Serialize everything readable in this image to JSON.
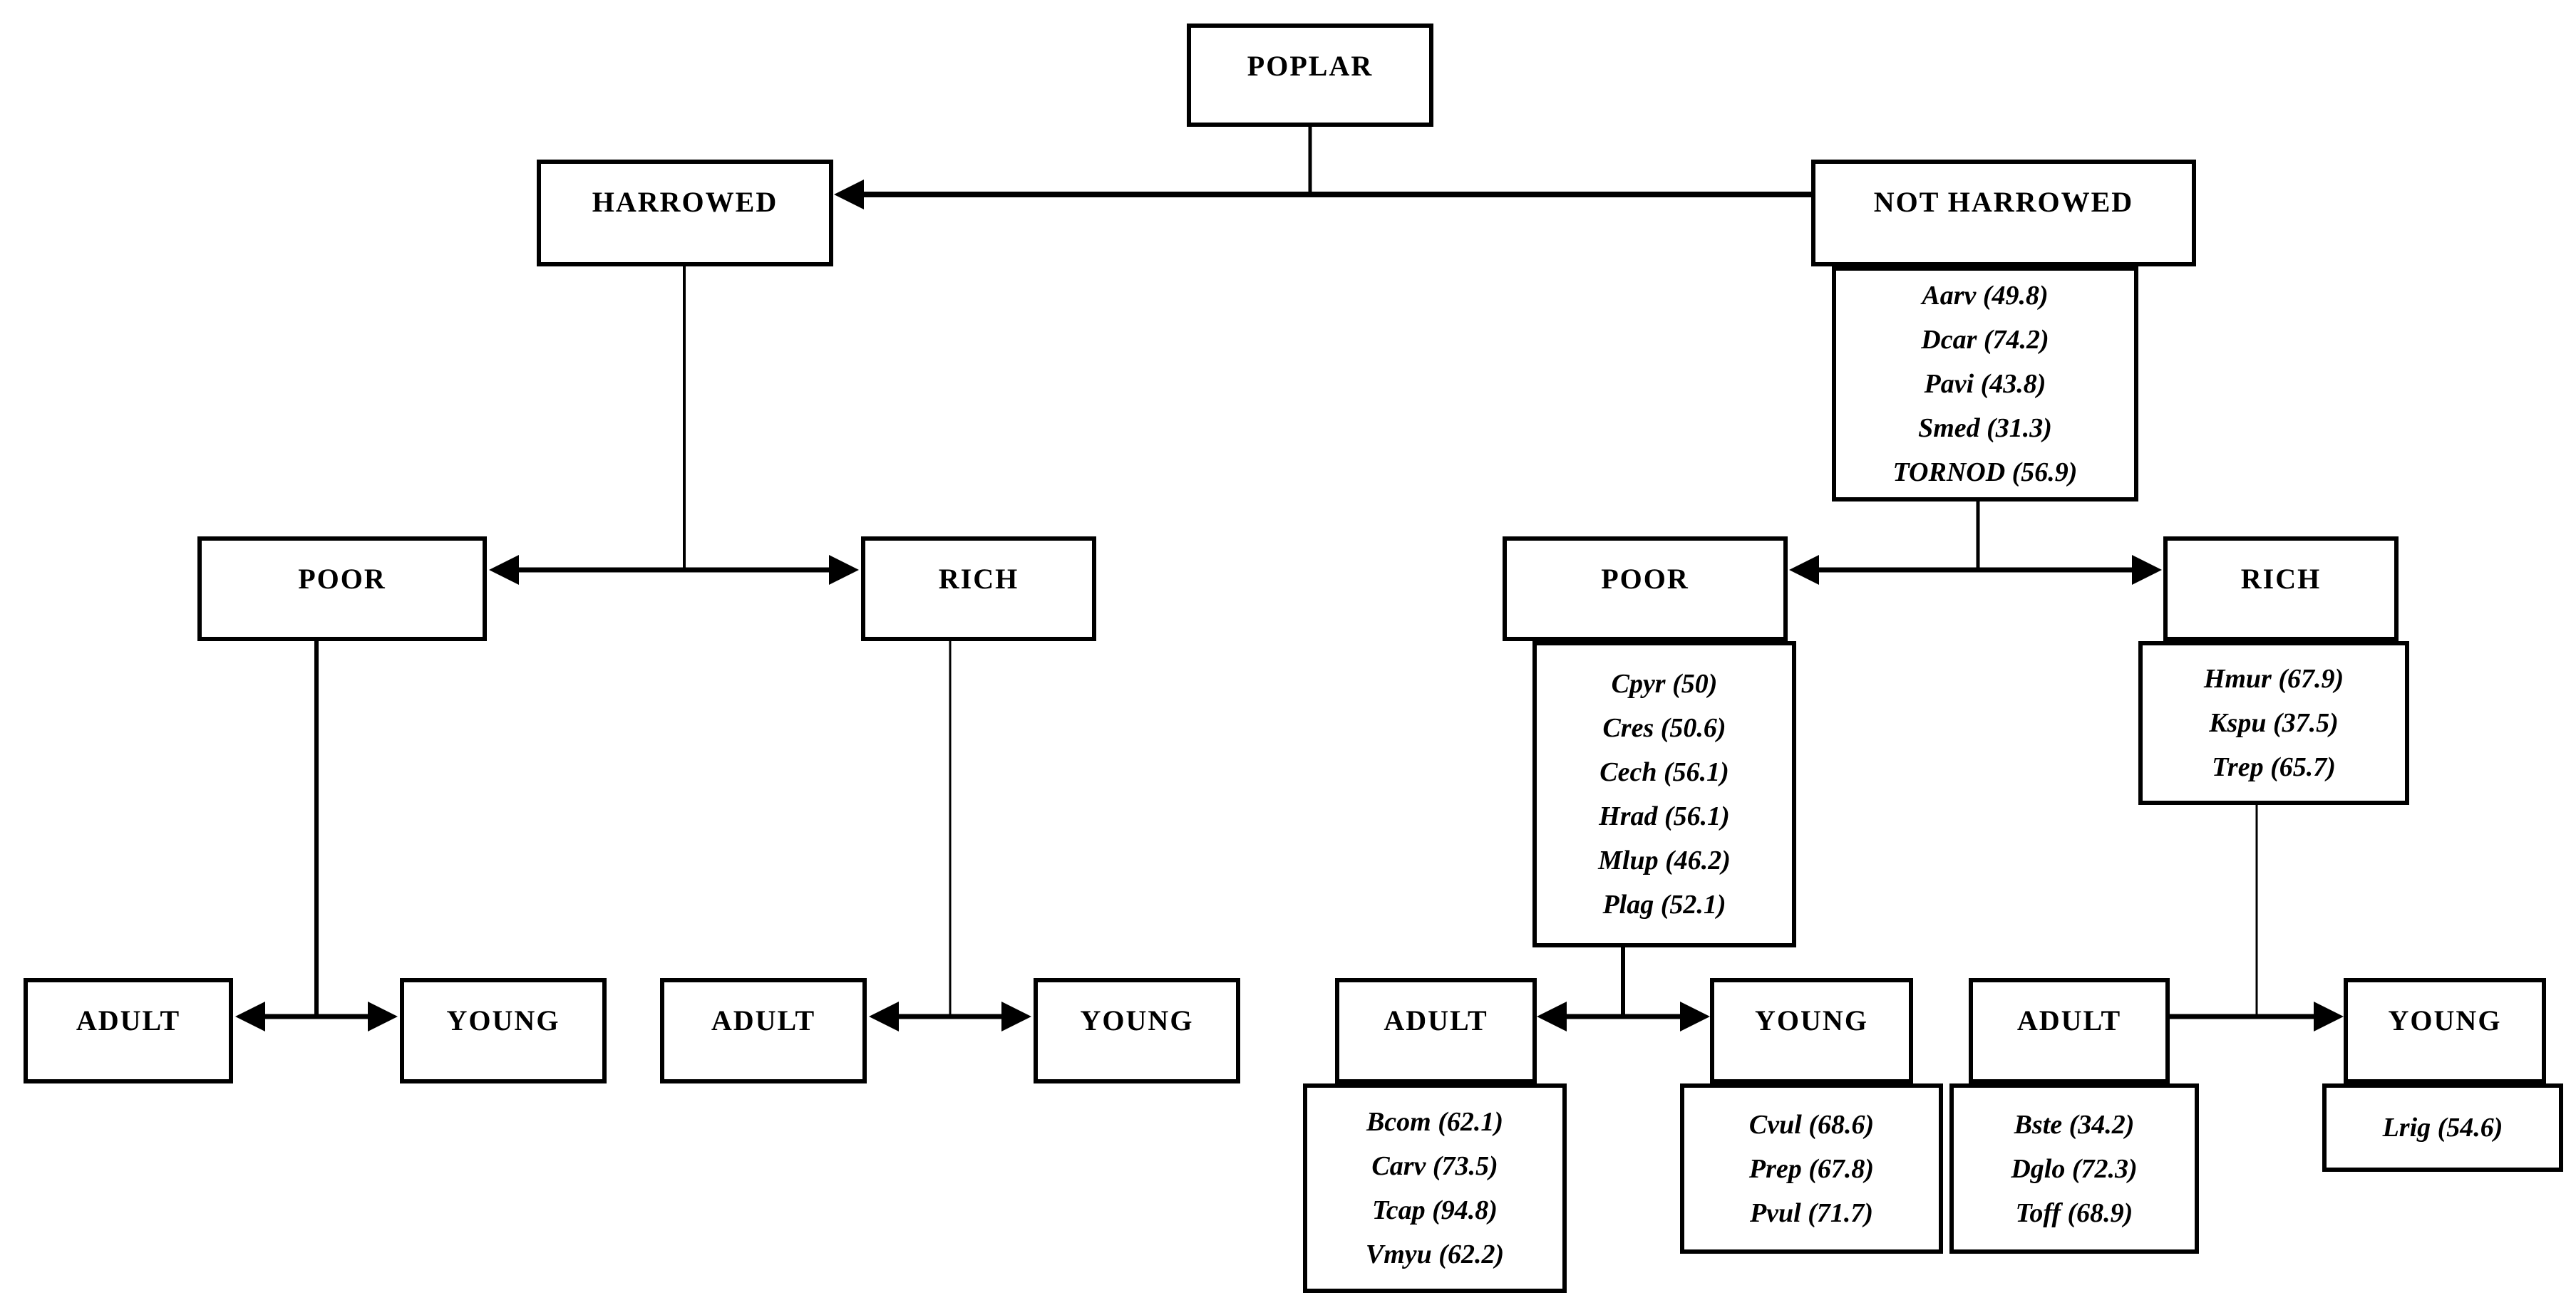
{
  "colors": {
    "line": "#000000",
    "background": "#ffffff",
    "box_fill": "#ffffff"
  },
  "nodes": {
    "poplar": {
      "label": "POPLAR"
    },
    "harrowed": {
      "label": "HARROWED"
    },
    "not_harrowed": {
      "label": "NOT HARROWED",
      "species": [
        "Aarv (49.8)",
        "Dcar (74.2)",
        "Pavi (43.8)",
        "Smed (31.3)",
        "TORNOD (56.9)"
      ]
    },
    "harrowed_poor": {
      "label": "POOR"
    },
    "harrowed_rich": {
      "label": "RICH"
    },
    "harrowed_poor_adult": {
      "label": "ADULT"
    },
    "harrowed_poor_young": {
      "label": "YOUNG"
    },
    "harrowed_rich_adult": {
      "label": "ADULT"
    },
    "harrowed_rich_young": {
      "label": "YOUNG"
    },
    "not_harrowed_poor": {
      "label": "POOR",
      "species": [
        "Cpyr (50)",
        "Cres (50.6)",
        "Cech (56.1)",
        "Hrad (56.1)",
        "Mlup (46.2)",
        "Plag (52.1)"
      ]
    },
    "not_harrowed_rich": {
      "label": "RICH",
      "species": [
        "Hmur (67.9)",
        "Kspu (37.5)",
        "Trep (65.7)"
      ]
    },
    "not_harrowed_poor_adult": {
      "label": "ADULT",
      "species": [
        "Bcom (62.1)",
        "Carv (73.5)",
        "Tcap (94.8)",
        "Vmyu (62.2)"
      ]
    },
    "not_harrowed_poor_young": {
      "label": "YOUNG",
      "species": [
        "Cvul (68.6)",
        "Prep (67.8)",
        "Pvul (71.7)"
      ]
    },
    "not_harrowed_rich_adult": {
      "label": "ADULT",
      "species": [
        "Bste (34.2)",
        "Dglo (72.3)",
        "Toff (68.9)"
      ]
    },
    "not_harrowed_rich_young": {
      "label": "YOUNG",
      "species": [
        "Lrig (54.6)"
      ]
    }
  }
}
